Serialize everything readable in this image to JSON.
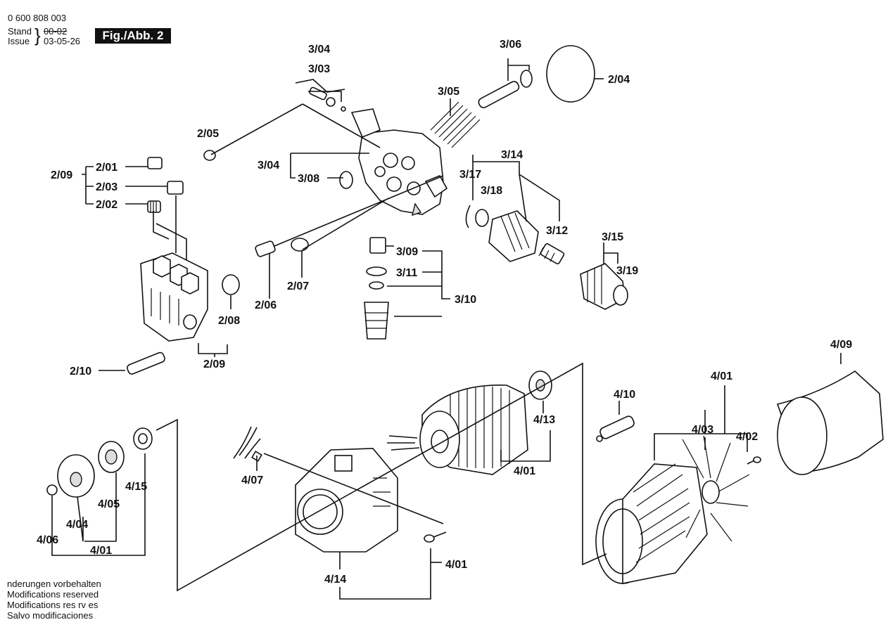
{
  "header": {
    "part_number": "0 600 808 003",
    "stand_label": "Stand",
    "stand_value_struck": "00-02",
    "issue_label": "Issue",
    "issue_value": "03-05-26",
    "figure_label": "Fig./Abb. 2"
  },
  "footer": {
    "lines": [
      "nderungen vorbehalten",
      "Modifications reserved",
      "Modifications res rv es",
      "Salvo modificaciones"
    ]
  },
  "labels": {
    "l_3_04_top": "3/04",
    "l_3_03": "3/03",
    "l_3_06": "3/06",
    "l_2_04": "2/04",
    "l_3_05": "3/05",
    "l_2_05": "2/05",
    "l_3_04_mid": "3/04",
    "l_3_08": "3/08",
    "l_3_14": "3/14",
    "l_3_17": "3/17",
    "l_3_18": "3/18",
    "l_2_09_top": "2/09",
    "l_2_01": "2/01",
    "l_2_03": "2/03",
    "l_2_02": "2/02",
    "l_3_12": "3/12",
    "l_3_15": "3/15",
    "l_3_19": "3/19",
    "l_3_09": "3/09",
    "l_3_11": "3/11",
    "l_3_10": "3/10",
    "l_2_06": "2/06",
    "l_2_07": "2/07",
    "l_2_08": "2/08",
    "l_2_09_bot": "2/09",
    "l_2_10": "2/10",
    "l_4_09": "4/09",
    "l_4_13": "4/13",
    "l_4_01_a": "4/01",
    "l_4_10": "4/10",
    "l_4_01_b": "4/01",
    "l_4_03": "4/03",
    "l_4_02": "4/02",
    "l_4_07": "4/07",
    "l_4_15": "4/15",
    "l_4_05": "4/05",
    "l_4_04": "4/04",
    "l_4_06": "4/06",
    "l_4_01_c": "4/01",
    "l_4_14": "4/14",
    "l_4_01_d": "4/01"
  }
}
